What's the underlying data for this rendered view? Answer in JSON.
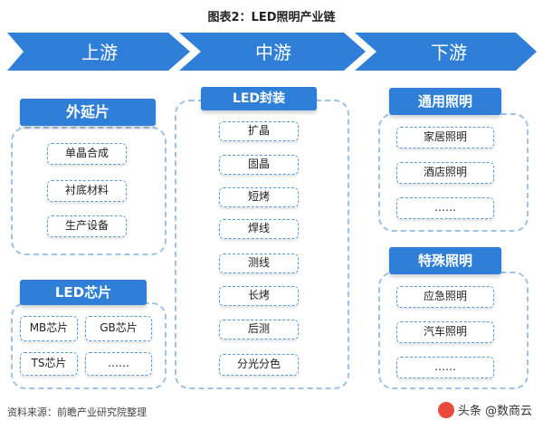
{
  "title": "图表2：LED照明产业链",
  "stages": [
    "上游",
    "中游",
    "下游"
  ],
  "upstream": {
    "epitaxy": {
      "title": "外延片",
      "items": [
        "单晶合成",
        "衬底材料",
        "生产设备"
      ]
    },
    "chip": {
      "title": "LED芯片",
      "items": [
        "MB芯片",
        "GB芯片",
        "TS芯片",
        "……"
      ]
    }
  },
  "midstream": {
    "packaging": {
      "title": "LED封装",
      "items": [
        "扩晶",
        "固晶",
        "短烤",
        "焊线",
        "测线",
        "长烤",
        "后测",
        "分光分色"
      ]
    }
  },
  "downstream": {
    "general": {
      "title": "通用照明",
      "items": [
        "家居照明",
        "酒店照明",
        "……"
      ]
    },
    "special": {
      "title": "特殊照明",
      "items": [
        "应急照明",
        "汽车照明",
        "……"
      ]
    }
  },
  "footer": "资料来源：前瞻产业研究院整理",
  "watermark": "头条 @数商云"
}
